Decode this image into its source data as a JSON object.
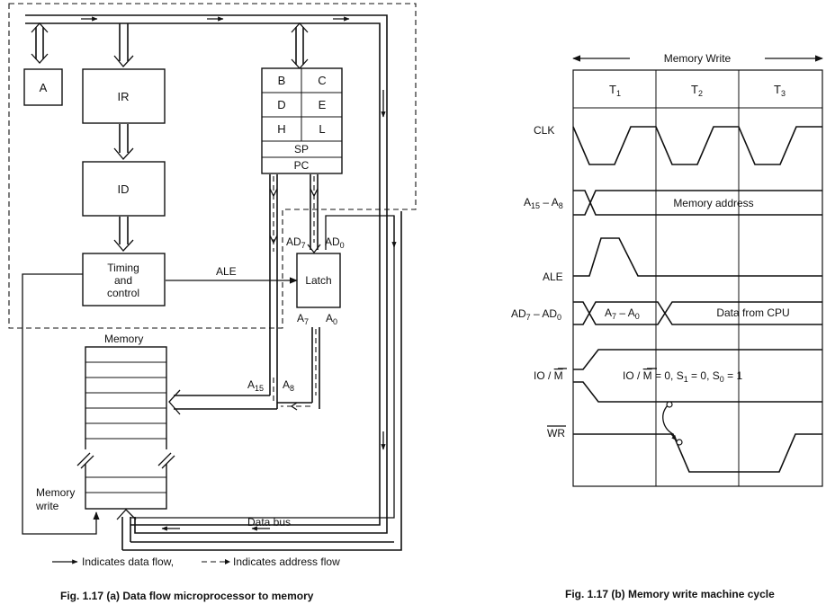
{
  "left_diagram": {
    "blocks": {
      "accumulator": "A",
      "instruction_register": "IR",
      "instruction_decoder": "ID",
      "timing_control_line1": "Timing",
      "timing_control_line2": "and",
      "timing_control_line3": "control",
      "latch": "Latch",
      "memory": "Memory",
      "memory_write_line1": "Memory",
      "memory_write_line2": "write"
    },
    "register_array": {
      "rows": [
        [
          "B",
          "C"
        ],
        [
          "D",
          "E"
        ],
        [
          "H",
          "L"
        ]
      ],
      "sp": "SP",
      "pc": "PC"
    },
    "signals": {
      "ale": "ALE",
      "data_bus": "Data bus",
      "ad7": "AD",
      "ad7_sub": "7",
      "ad0": "AD",
      "ad0_sub": "0",
      "a7": "A",
      "a7_sub": "7",
      "a0": "A",
      "a0_sub": "0",
      "a15": "A",
      "a15_sub": "15",
      "a8": "A",
      "a8_sub": "8"
    },
    "legend": {
      "data_flow": "Indicates data flow,",
      "address_flow": "Indicates address flow"
    },
    "caption": "Fig. 1.17 (a) Data flow microprocessor to memory"
  },
  "right_diagram": {
    "title": "Memory Write",
    "states": [
      {
        "label": "T",
        "sub": "1"
      },
      {
        "label": "T",
        "sub": "2"
      },
      {
        "label": "T",
        "sub": "3"
      }
    ],
    "signals": {
      "clk": "CLK",
      "addr_high": "A",
      "addr_high_sub1": "15",
      "addr_high_dash": " – A",
      "addr_high_sub2": "8",
      "ale": "ALE",
      "ad_bus": "AD",
      "ad_bus_sub1": "7",
      "ad_bus_dash": " – AD",
      "ad_bus_sub2": "0",
      "io_m": "IO / ",
      "io_m_bar": "M",
      "wr": "WR"
    },
    "annotations": {
      "memory_address": "Memory address",
      "addr_low": "A",
      "addr_low_sub1": "7",
      "addr_low_dash": " – A",
      "addr_low_sub2": "0",
      "data_from_cpu": "Data from CPU",
      "io_status_prefix": "IO / ",
      "io_status_bar": "M",
      "io_status_mid": " = 0, S",
      "io_status_s1": "1",
      "io_status_mid2": " = 0, S",
      "io_status_s0": "0",
      "io_status_end": " = 1"
    },
    "caption": "Fig. 1.17 (b) Memory write machine cycle"
  }
}
